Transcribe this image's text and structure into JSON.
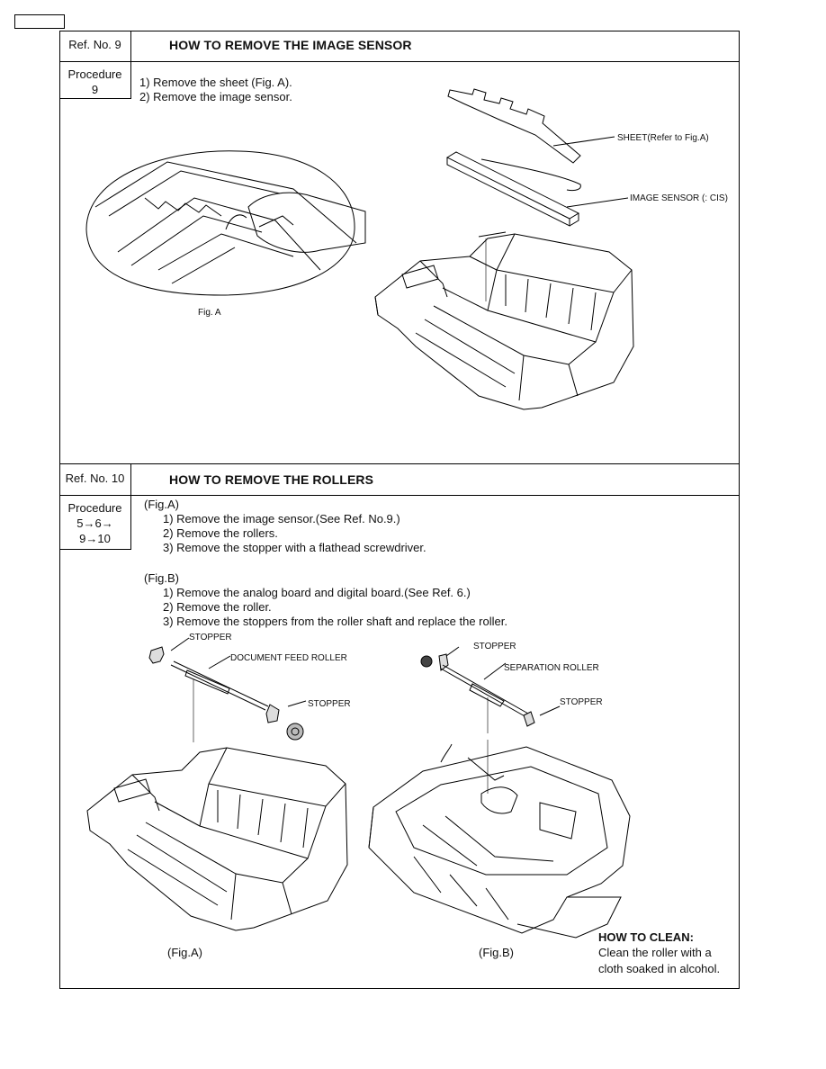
{
  "section1": {
    "ref": "Ref. No. 9",
    "title": "HOW TO REMOVE  THE IMAGE SENSOR",
    "procedure_label": "Procedure",
    "procedure_value": "9",
    "steps": [
      "1)  Remove the sheet (Fig. A).",
      "2)  Remove the image sensor."
    ],
    "labels": {
      "sheet": "SHEET(Refer to Fig.A)",
      "sensor": "IMAGE SENSOR (: CIS)",
      "fig": "Fig. A"
    }
  },
  "section2": {
    "ref": "Ref. No. 10",
    "title": "HOW TO REMOVE THE ROLLERS",
    "procedure_label": "Procedure",
    "procedure_line1": "5→6→",
    "procedure_line2": "9→10",
    "figA_heading": "(Fig.A)",
    "figA_steps": [
      "1)  Remove the image sensor.(See Ref. No.9.)",
      "2)  Remove the rollers.",
      "3)  Remove the stopper with a flathead screwdriver."
    ],
    "figB_heading": "(Fig.B)",
    "figB_steps": [
      "1)  Remove the analog board and digital board.(See Ref. 6.)",
      "2)  Remove the roller.",
      "3)  Remove the stoppers from the roller shaft and replace the roller."
    ],
    "labels": {
      "stopper_a1": "STOPPER",
      "doc_feed_roller": "DOCUMENT FEED ROLLER",
      "stopper_a2": "STOPPER",
      "stopper_b1": "STOPPER",
      "separation_roller": "SEPARATION ROLLER",
      "stopper_b2": "STOPPER"
    },
    "caption_a": "(Fig.A)",
    "caption_b": "(Fig.B)",
    "clean_title": "HOW TO CLEAN:",
    "clean_line1": "Clean the roller with a",
    "clean_line2": "cloth soaked in alcohol."
  }
}
